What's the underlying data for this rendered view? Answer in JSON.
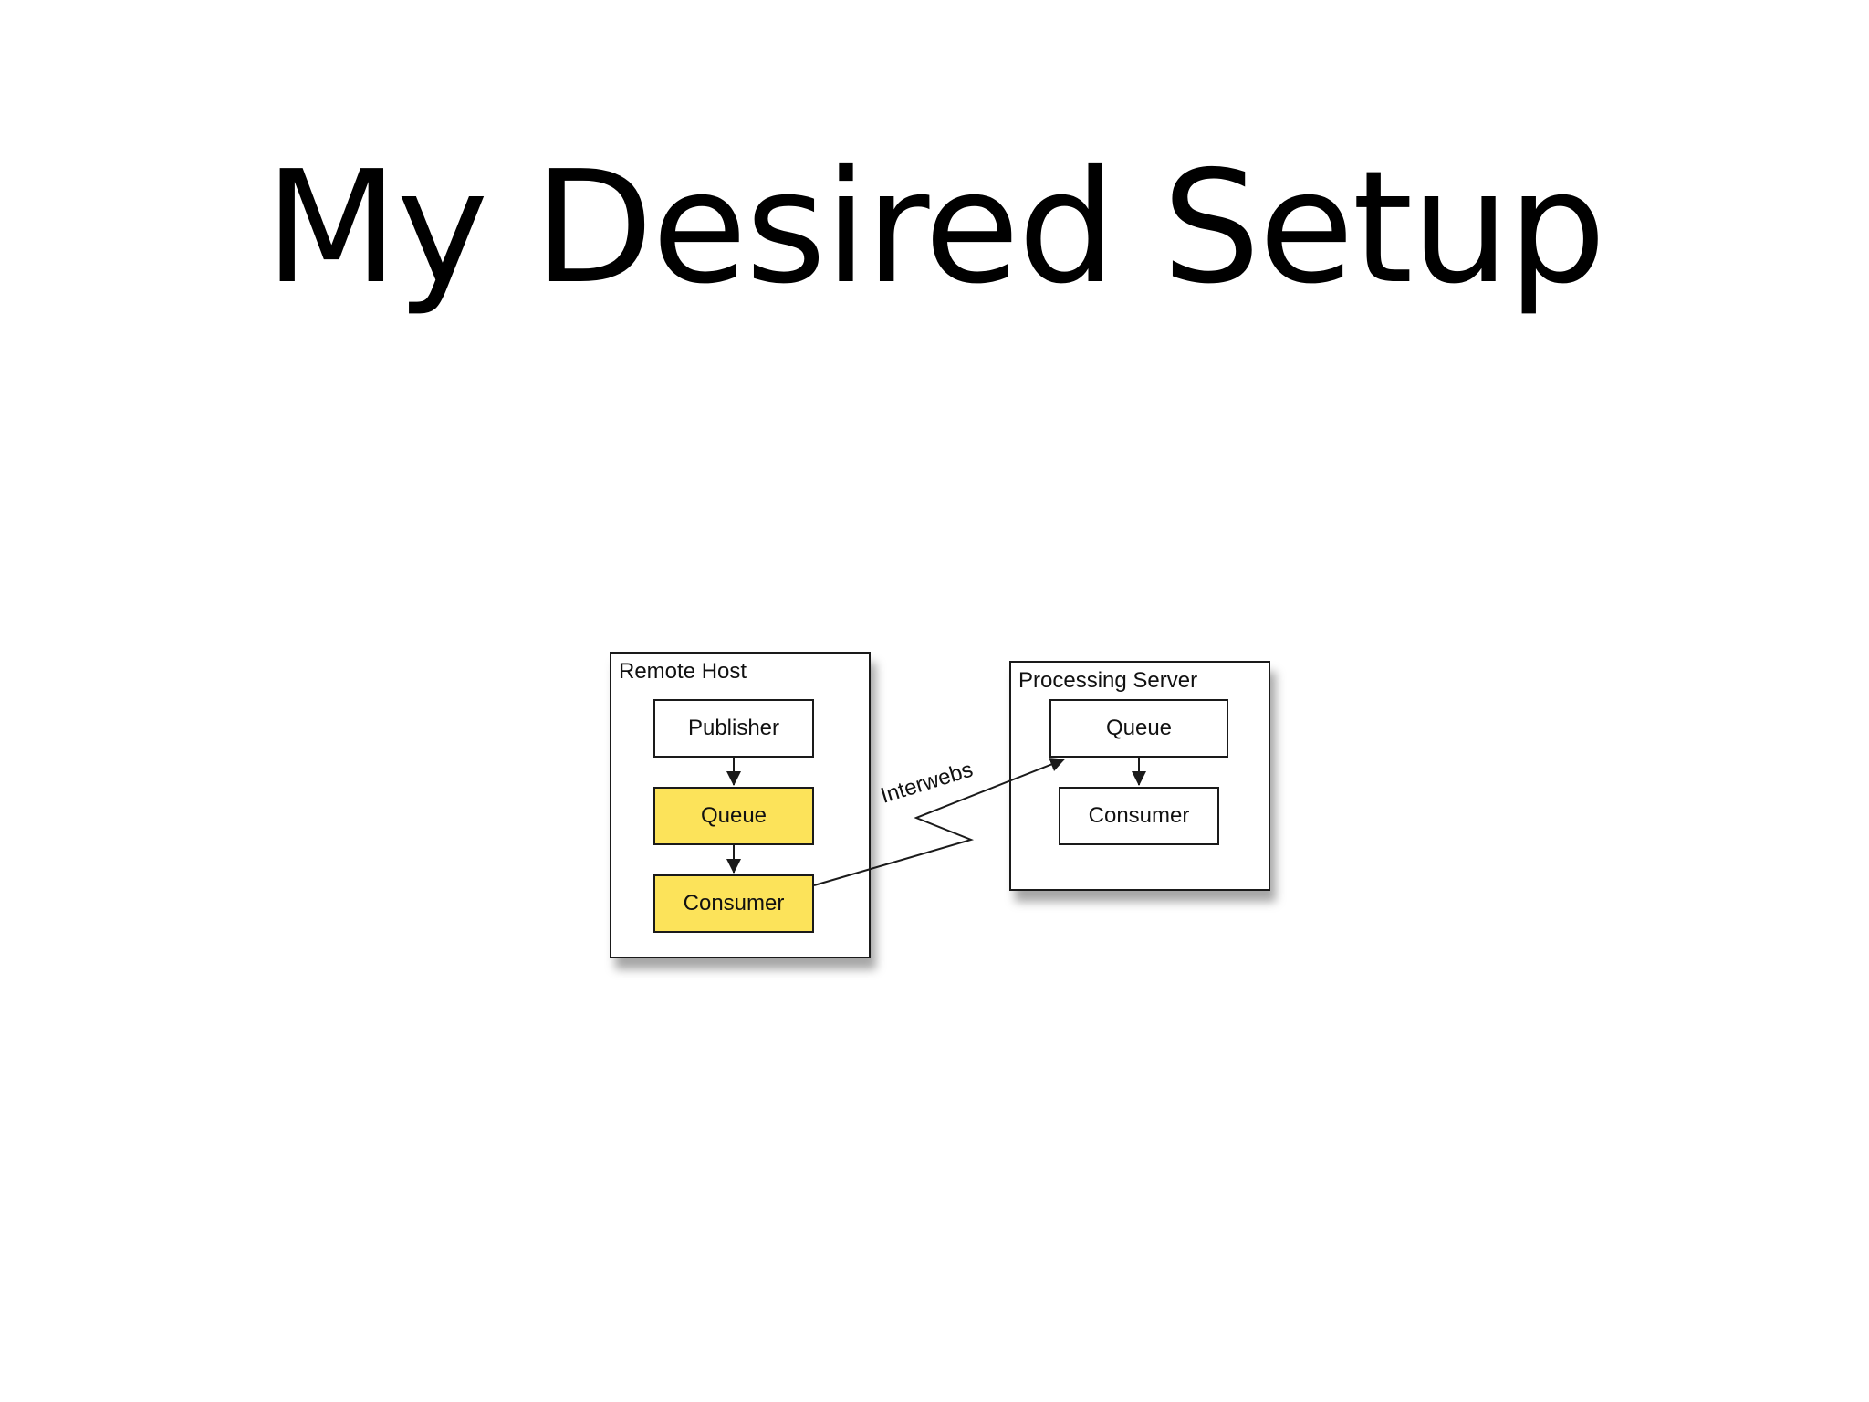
{
  "slide": {
    "title": "My Desired Setup"
  },
  "diagram": {
    "remote_host": {
      "label": "Remote Host",
      "nodes": {
        "publisher": "Publisher",
        "queue": "Queue",
        "consumer": "Consumer"
      }
    },
    "processing_server": {
      "label": "Processing Server",
      "nodes": {
        "queue": "Queue",
        "consumer": "Consumer"
      }
    },
    "link_label": "Interwebs",
    "highlight_color": "#fce35a",
    "line_color": "#1a1a1a"
  }
}
